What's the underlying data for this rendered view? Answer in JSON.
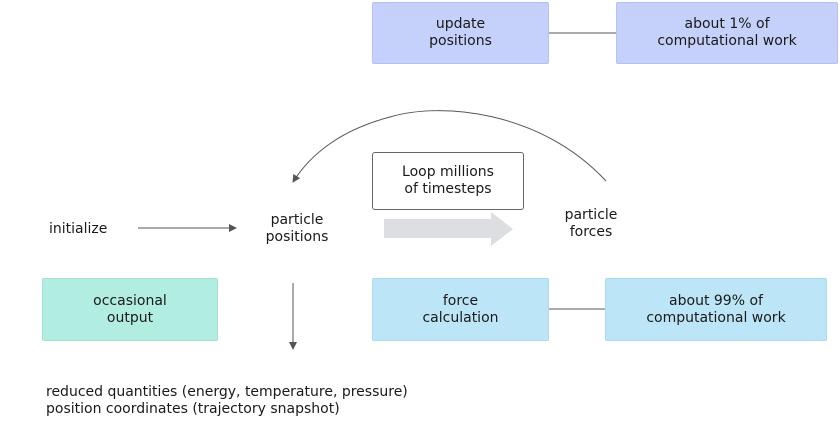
{
  "diagram": {
    "update_positions": "update\npositions",
    "update_cost": "about 1% of\ncomputational work",
    "loop_label": "Loop millions\nof timesteps",
    "initialize": "initialize",
    "particle_positions": "particle\npositions",
    "particle_forces": "particle\nforces",
    "occasional_output": "occasional\noutput",
    "force_calculation": "force\ncalculation",
    "force_cost": "about 99% of\ncomputational work",
    "output_line_1": "reduced quantities (energy, temperature, pressure)",
    "output_line_2": "position coordinates (trajectory snapshot)"
  },
  "colors": {
    "update_fill": "#c5d1fb",
    "update_border": "#b3c2f3",
    "force_fill": "#bce6f7",
    "force_border": "#a9daef",
    "output_fill": "#b1eee1",
    "output_border": "#9fe3d4",
    "line": "#555555",
    "thick_arrow": "#dcdee2"
  }
}
